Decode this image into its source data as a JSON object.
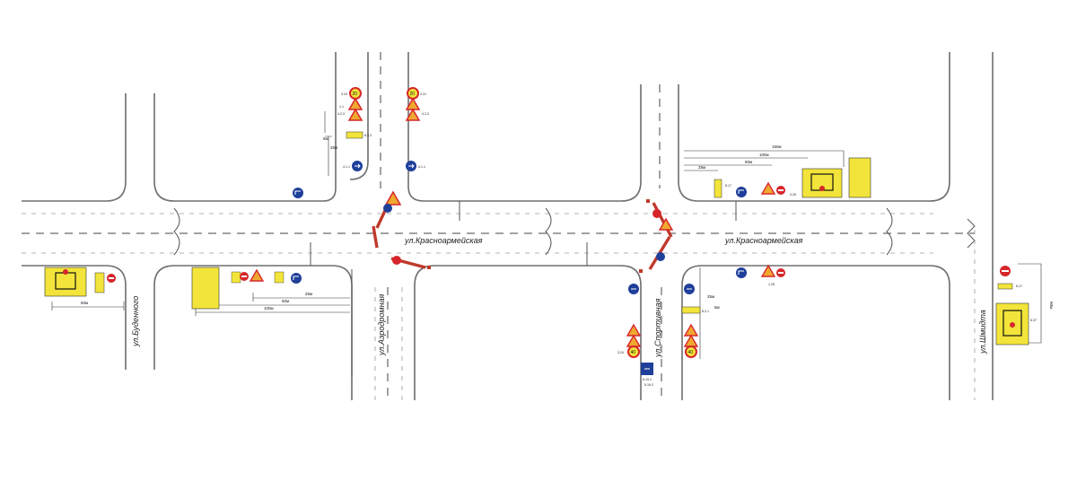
{
  "streets": {
    "main_left": "ул.Красноармейская",
    "main_right": "ул.Красноармейская",
    "side_left": "ул.Буденного",
    "cross_1": "ул.Аэродромная",
    "cross_2": "ул.Спортивная",
    "side_right": "ул.Шмидта"
  },
  "dimensions": {
    "d_50m_left": "50м",
    "d_25m_a": "25м",
    "d_50m_a": "50м",
    "d_100m_a": "100м",
    "d_25m_top": "25м",
    "d_5m_top": "5м",
    "d_150m": "150м",
    "d_100m_b": "100м",
    "d_50m_b": "50м",
    "d_25m_b": "25м",
    "d_25m_c": "25м",
    "d_5m_c": "5м",
    "d_50m_right": "50м"
  },
  "speed_limits": {
    "top_left": "20",
    "top_right": "20",
    "bottom_left": "40",
    "bottom_right": "40"
  },
  "sign_codes": {
    "c_311": "3.1",
    "c_3242": "3.24",
    "c_11": "1.1",
    "c_423a": "4.2.3",
    "c_423b": "4.2.3",
    "c_833": "8.3.3",
    "c_4112": "4.1.1",
    "c_321": "3.21",
    "c_4113": "4.1.1",
    "c_6171": "6.17",
    "c_821": "8.2.1",
    "c_3252": "3.25",
    "c_125": "1.25",
    "c_3243": "3.24",
    "c_bus": "5.19.1",
    "c_bus2": "5.19.2",
    "c_6172": "6.17",
    "c_4114": "4.1.1",
    "c_637": "6.37",
    "c_4115": "4.1.1"
  },
  "colors": {
    "road": "#6e6e6e",
    "barrier": "#c0392b",
    "sign_blue": "#1f3f9a",
    "sign_red": "#d6262b",
    "sign_yellow": "#f2e43a",
    "sign_orange": "#f0a830"
  }
}
